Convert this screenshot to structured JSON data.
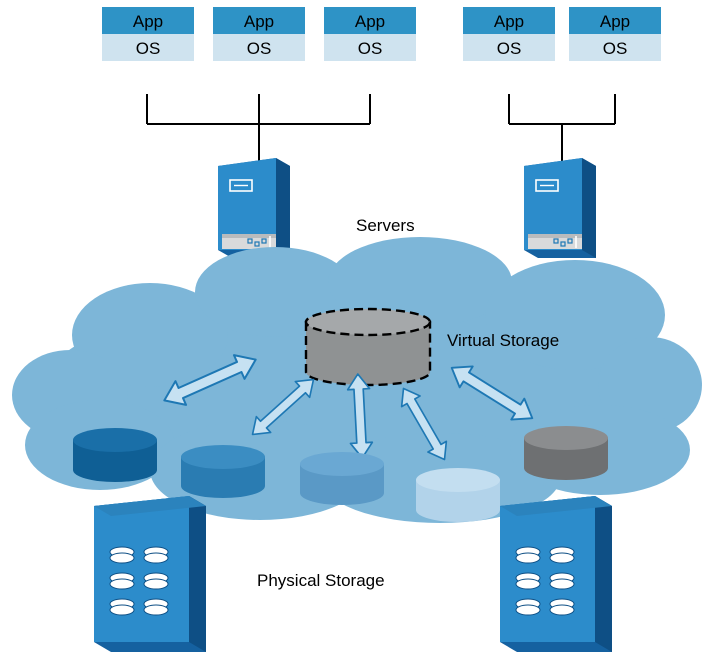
{
  "virtual_machines": [
    {
      "app": "App",
      "os": "OS"
    },
    {
      "app": "App",
      "os": "OS"
    },
    {
      "app": "App",
      "os": "OS"
    },
    {
      "app": "App",
      "os": "OS"
    },
    {
      "app": "App",
      "os": "OS"
    }
  ],
  "labels": {
    "servers": "Servers",
    "virtual_storage": "Virtual Storage",
    "physical_storage": "Physical Storage"
  },
  "icons": [
    "server-tower-icon",
    "virtual-disk-icon",
    "disk-icon",
    "storage-array-icon",
    "bidirectional-arrow-icon"
  ],
  "colors": {
    "app_block": "#2e93c6",
    "os_block": "#cfe3ef",
    "cloud": "#7db6d8",
    "server": "#1e78b4",
    "virtual_disk": "#8f9293",
    "arrow_fill": "#c6e1f2",
    "arrow_stroke": "#1e78b4",
    "disk_dark_blue": "#1a6fa8",
    "disk_mid_blue": "#3b8dc2",
    "disk_light_blue": "#6aa8d3",
    "disk_pale_blue": "#c3def0",
    "disk_gray": "#7f8183"
  }
}
